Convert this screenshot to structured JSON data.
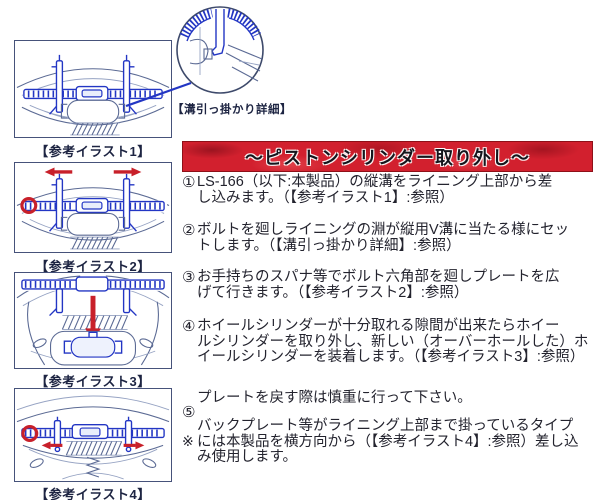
{
  "banner": {
    "title": "～ピストンシリンダー取り外し～"
  },
  "colors": {
    "banner_red": "#d2202e",
    "tool_blue": "#2336c4",
    "line_blue": "#5b6a94",
    "accent_red": "#c8202a",
    "ink": "#23232e"
  },
  "illustrations": {
    "ill1": {
      "caption": "【参考イラスト1】"
    },
    "ill2": {
      "caption": "【参考イラスト2】"
    },
    "ill3": {
      "caption": "【参考イラスト3】"
    },
    "ill4": {
      "caption": "【参考イラスト4】"
    },
    "detail": {
      "caption": "【溝引っ掛かり詳細】"
    }
  },
  "steps": [
    {
      "marker": "①",
      "lines": [
        "LS-166（以下:本製品）の縦溝をライニング上部から差",
        "し込みます。（【参考イラスト1】:参照）"
      ]
    },
    {
      "marker": "②",
      "lines": [
        "ボルトを廻しライニングの淵が縦用V溝に当たる様にセッ",
        "トします。（【溝引っ掛かり詳細】:参照）"
      ]
    },
    {
      "marker": "③",
      "lines": [
        "お手持ちのスパナ等でボルト六角部を廻しプレートを広",
        "げて行きます。（【参考イラスト2】:参照）"
      ]
    },
    {
      "marker": "④",
      "lines": [
        "ホイールシリンダーが十分取れる隙間が出来たらホイー",
        "ルシリンダーを取り外し、新しい（オーバーホールした）ホ",
        "イールシリンダーを装着します。（【参考イラスト3】:参照）"
      ]
    },
    {
      "marker": "⑤",
      "lines": [
        "プレートを戻す際は慎重に行って下さい。"
      ]
    },
    {
      "marker": "※",
      "lines": [
        "バックプレート等がライニング上部まで掛っているタイプ",
        "には本製品を横方向から（【参考イラスト4】:参照）差し込",
        "み使用します。"
      ]
    }
  ]
}
